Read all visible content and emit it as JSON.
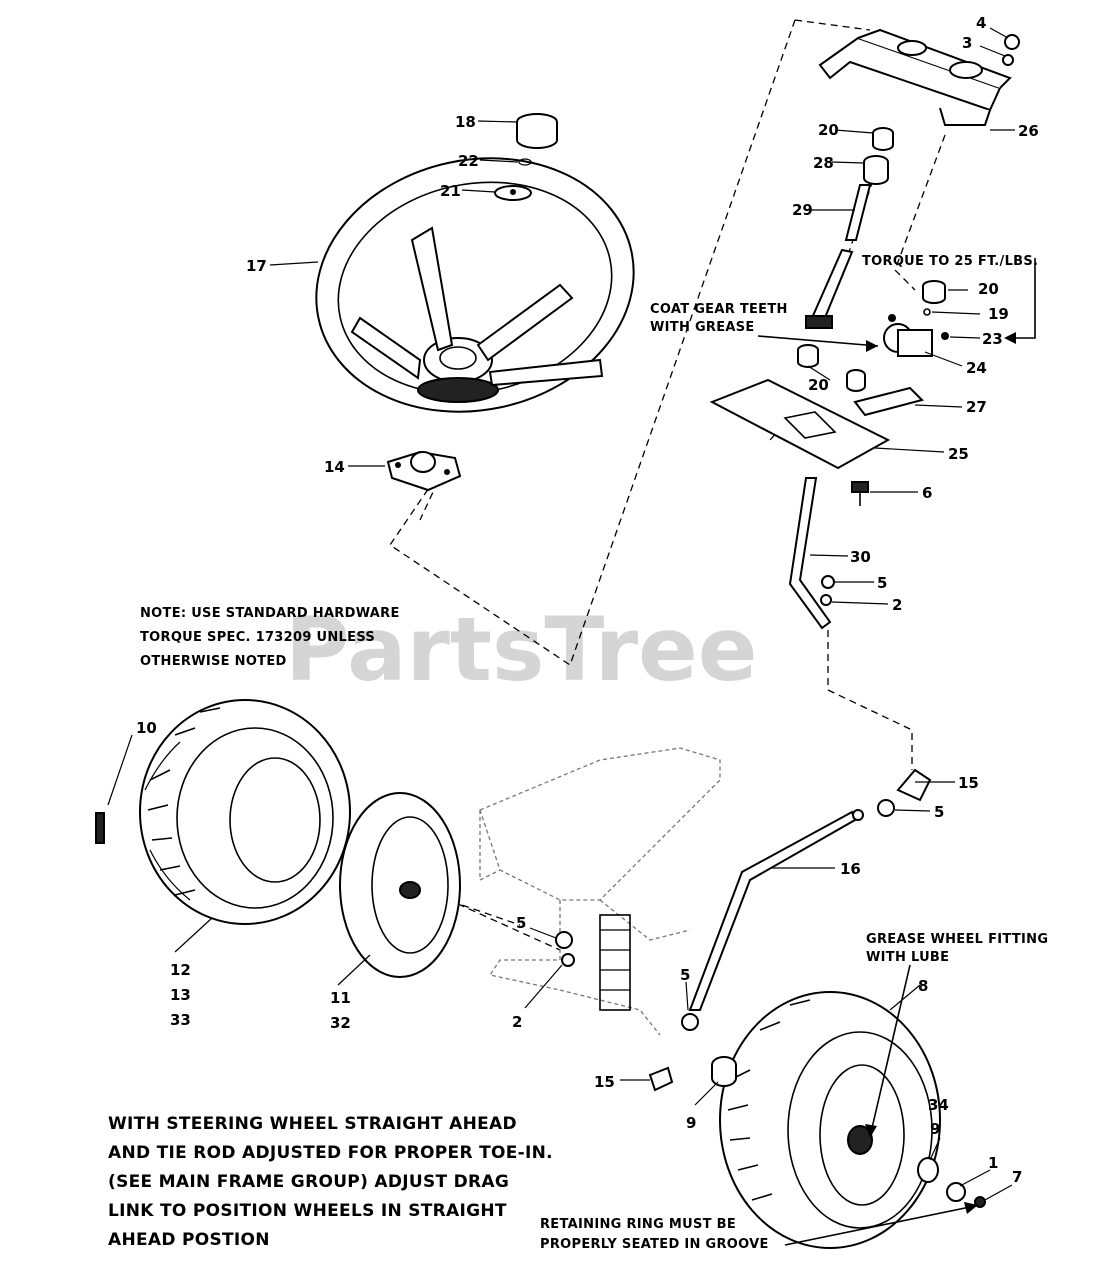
{
  "watermark": "PartsTree",
  "notes": {
    "standard_hardware": [
      "NOTE:  USE STANDARD HARDWARE",
      "TORQUE SPEC. 173209 UNLESS",
      "OTHERWISE NOTED"
    ],
    "torque": "TORQUE TO 25 FT./LBS.",
    "coat_gear": [
      "COAT GEAR TEETH",
      "WITH GREASE"
    ],
    "grease_fitting": [
      "GREASE WHEEL FITTING",
      "WITH LUBE"
    ],
    "retaining_ring": [
      "RETAINING RING MUST BE",
      "PROPERLY SEATED IN GROOVE"
    ],
    "steering_instructions": [
      "WITH STEERING WHEEL STRAIGHT AHEAD",
      "AND TIE ROD ADJUSTED FOR PROPER TOE-IN.",
      "(SEE MAIN FRAME GROUP) ADJUST DRAG",
      "LINK TO POSITION WHEELS IN STRAIGHT",
      "AHEAD POSTION"
    ]
  },
  "callouts": {
    "c4": "4",
    "c3": "3",
    "c26": "26",
    "c20a": "20",
    "c28": "28",
    "c29": "29",
    "c20b": "20",
    "c19": "19",
    "c23": "23",
    "c24": "24",
    "c20c": "20",
    "c27": "27",
    "c25": "25",
    "c6": "6",
    "c30": "30",
    "c5a": "5",
    "c2a": "2",
    "c18": "18",
    "c22": "22",
    "c21": "21",
    "c17": "17",
    "c14": "14",
    "c10": "10",
    "c12": "12",
    "c13": "13",
    "c33": "33",
    "c11": "11",
    "c32": "32",
    "c15a": "15",
    "c5b": "5",
    "c16": "16",
    "c5c": "5",
    "c2b": "2",
    "c5d": "5",
    "c8": "8",
    "c15b": "15",
    "c9a": "9",
    "c34": "34",
    "c9b": "9",
    "c1": "1",
    "c7": "7"
  }
}
